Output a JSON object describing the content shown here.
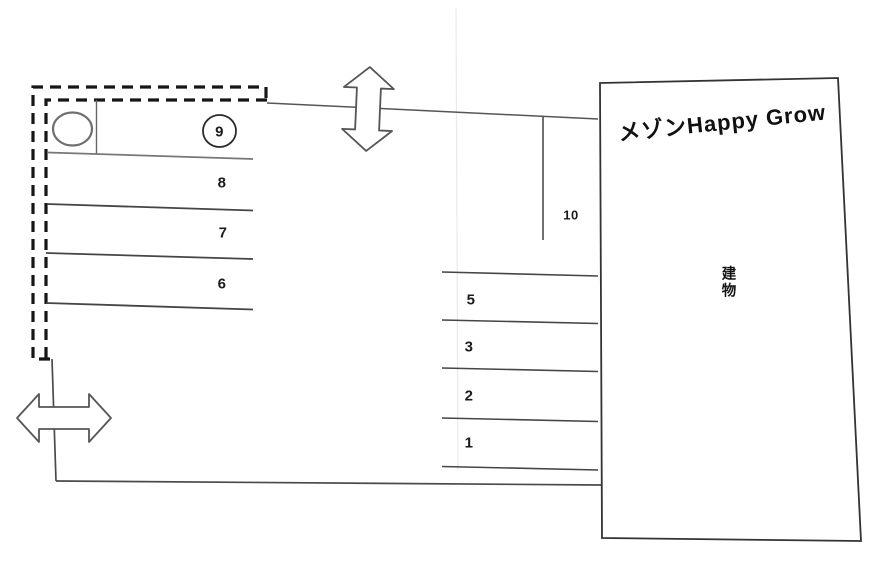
{
  "building": {
    "name": "メゾンHappy Grow",
    "label": "建物"
  },
  "parking": {
    "left_row": [
      "9",
      "8",
      "7",
      "6"
    ],
    "right_row": [
      "5",
      "3",
      "2",
      "1"
    ],
    "side_space": "10",
    "circled_space": "9"
  },
  "icons": {
    "top_arrow": "double-arrow-vertical-icon",
    "left_arrow": "double-arrow-horizontal-icon",
    "oval_marker": "oval-marker-icon",
    "circle_highlight": "circle-highlight-icon"
  },
  "colors": {
    "background": "#ffffff",
    "solid_line": "#454545",
    "dashed_line": "#161616",
    "text": "#1b1b1b"
  }
}
